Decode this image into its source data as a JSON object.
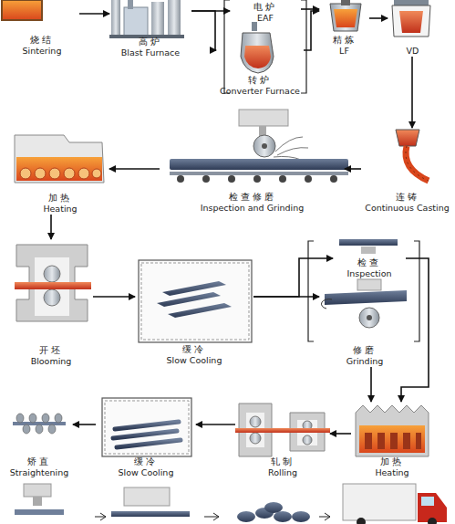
{
  "diagram": {
    "nodes": [
      {
        "text": [
          "烧结",
          "Sintering"
        ]
      },
      {
        "text": [
          "高炉",
          "Blast Furnace"
        ]
      },
      {
        "text": [
          "电炉",
          "EAF"
        ]
      },
      {
        "text": [
          "转炉",
          "Converter Furnace"
        ]
      },
      {
        "text": [
          "精炼",
          "LF"
        ]
      },
      {
        "text": [
          "VD"
        ]
      },
      {
        "text": [
          "连铸",
          "Continuous Casting"
        ]
      },
      {
        "text": [
          "检查修磨",
          "Inspection and Grinding"
        ]
      },
      {
        "text": [
          "加热",
          "Heating"
        ]
      },
      {
        "text": [
          "开坯",
          "Blooming"
        ]
      },
      {
        "text": [
          "缓冷",
          "Slow Cooling"
        ]
      },
      {
        "text": [
          "检查",
          "Inspection"
        ]
      },
      {
        "text": [
          "修磨",
          "Grinding"
        ]
      },
      {
        "text": [
          "加热",
          "Heating"
        ]
      },
      {
        "text": [
          "轧制",
          "Rolling"
        ]
      },
      {
        "text": [
          "缓冷",
          "Slow Cooling"
        ]
      },
      {
        "text": [
          "矫直",
          "Straightening"
        ]
      }
    ],
    "edges": [
      {
        "from": 0,
        "to": 1,
        "arrow": "to"
      },
      {
        "from": 1,
        "to": 2,
        "arrow": "to"
      },
      {
        "from": 1,
        "to": 3,
        "arrow": "to"
      },
      {
        "from": 2,
        "to": 4,
        "arrow": "to"
      },
      {
        "from": 3,
        "to": 4,
        "arrow": "to"
      },
      {
        "from": 4,
        "to": 5,
        "arrow": "to"
      },
      {
        "from": 5,
        "to": 6,
        "arrow": "to"
      },
      {
        "from": 6,
        "to": 7,
        "arrow": "to"
      },
      {
        "from": 7,
        "to": 8,
        "arrow": "to"
      },
      {
        "from": 8,
        "to": 9,
        "arrow": "to"
      },
      {
        "from": 9,
        "to": 10,
        "arrow": "to"
      },
      {
        "from": 10,
        "to": 11,
        "arrow": "to"
      },
      {
        "from": 10,
        "to": 12,
        "arrow": "to"
      },
      {
        "from": 11,
        "to": 13,
        "arrow": "to"
      },
      {
        "from": 12,
        "to": 13,
        "arrow": "to"
      },
      {
        "from": 13,
        "to": 14,
        "arrow": "to"
      },
      {
        "from": 14,
        "to": 15,
        "arrow": "to"
      },
      {
        "from": 15,
        "to": 16,
        "arrow": "to"
      }
    ]
  }
}
